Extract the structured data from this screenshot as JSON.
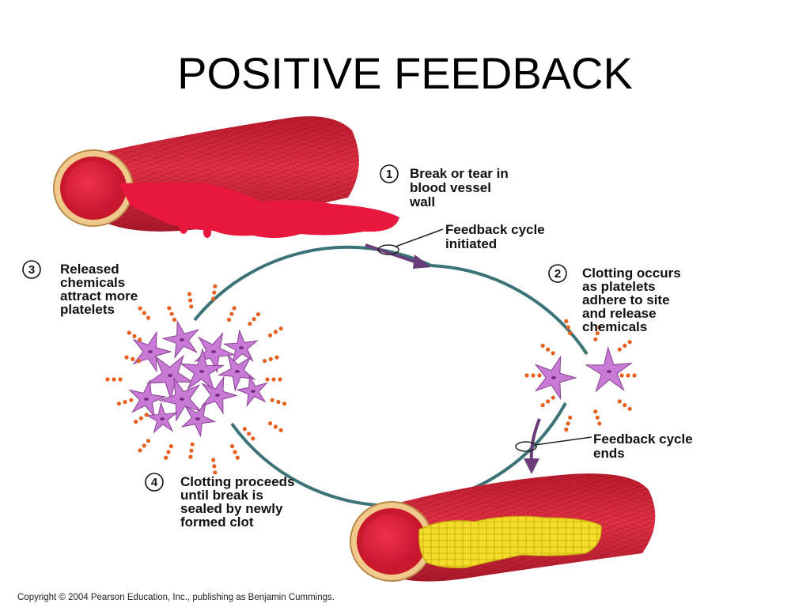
{
  "title": "POSITIVE FEEDBACK",
  "steps": [
    {
      "number": "1",
      "lines": [
        "Break or tear in",
        "blood vessel",
        "wall"
      ]
    },
    {
      "number": "2",
      "lines": [
        "Clotting occurs",
        "as platelets",
        "adhere to site",
        "and release",
        "chemicals"
      ]
    },
    {
      "number": "3",
      "lines": [
        "Released",
        "chemicals",
        "attract more",
        "platelets"
      ]
    },
    {
      "number": "4",
      "lines": [
        "Clotting proceeds",
        "until break is",
        "sealed by newly",
        "formed clot"
      ]
    }
  ],
  "cycle_labels": {
    "start": [
      "Feedback cycle",
      "initiated"
    ],
    "end": [
      "Feedback cycle",
      "ends"
    ]
  },
  "copyright": "Copyright © 2004 Pearson Education, Inc., publishing as Benjamin Cummings.",
  "colors": {
    "vessel_red": "#d61f36",
    "vessel_dark": "#9e1424",
    "vessel_wall": "#f2c98c",
    "blood": "#e8173e",
    "cycle_line": "#3b7377",
    "arrow": "#6a3d7a",
    "platelet": "#c87bd4",
    "chemical_dot": "#e8601f",
    "clot": "#f3dc2a"
  }
}
